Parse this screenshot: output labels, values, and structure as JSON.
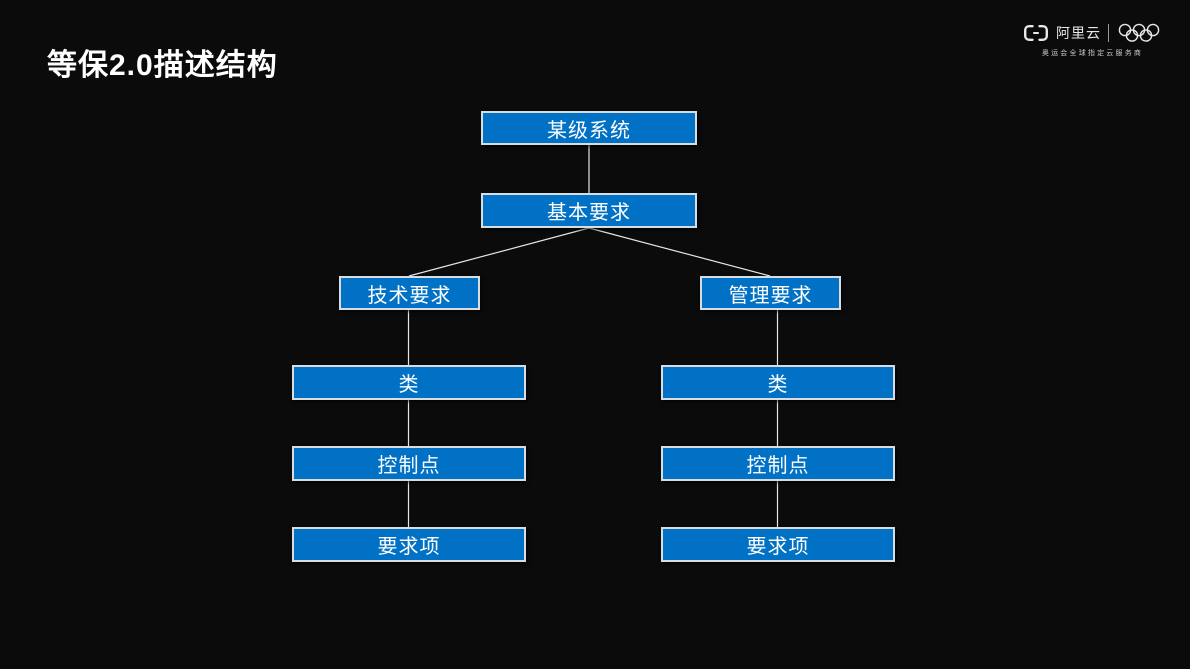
{
  "slide": {
    "title": "等保2.0描述结构",
    "background_color": "#0b0b0c"
  },
  "logo": {
    "brand_name": "阿里云",
    "tagline": "奥运会全球指定云服务商",
    "icon": "alibaba-cloud-bracket-icon",
    "rings": "olympic-rings-icon",
    "text_color": "#e8e8e8"
  },
  "diagram": {
    "box_fill_color": "#0071c5",
    "box_border_color": "#d8dde2",
    "box_text_color": "#ffffff",
    "connector_color": "#e6e6e6",
    "nodes": [
      {
        "id": "system",
        "label": "某级系统"
      },
      {
        "id": "basic",
        "label": "基本要求"
      },
      {
        "id": "tech",
        "label": "技术要求"
      },
      {
        "id": "mgmt",
        "label": "管理要求"
      },
      {
        "id": "class-left",
        "label": "类"
      },
      {
        "id": "class-right",
        "label": "类"
      },
      {
        "id": "control-left",
        "label": "控制点"
      },
      {
        "id": "control-right",
        "label": "控制点"
      },
      {
        "id": "item-left",
        "label": "要求项"
      },
      {
        "id": "item-right",
        "label": "要求项"
      }
    ],
    "edges": [
      "某级系统→基本要求",
      "基本要求→技术要求",
      "基本要求→管理要求",
      "技术要求→类",
      "类→控制点",
      "控制点→要求项",
      "管理要求→类",
      "类→控制点",
      "控制点→要求项"
    ]
  }
}
